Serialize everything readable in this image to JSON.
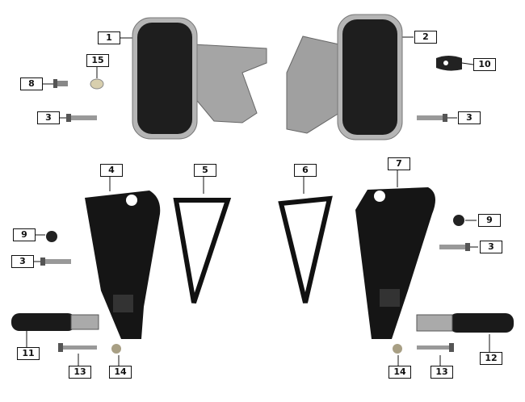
{
  "diagram": {
    "title": "Footrest assembly exploded view",
    "callouts": [
      {
        "id": "c1",
        "number": "1"
      },
      {
        "id": "c2",
        "number": "2"
      },
      {
        "id": "c15",
        "number": "15"
      },
      {
        "id": "c10",
        "number": "10"
      },
      {
        "id": "c8",
        "number": "8"
      },
      {
        "id": "c3a",
        "number": "3"
      },
      {
        "id": "c3b",
        "number": "3"
      },
      {
        "id": "c4",
        "number": "4"
      },
      {
        "id": "c5",
        "number": "5"
      },
      {
        "id": "c6",
        "number": "6"
      },
      {
        "id": "c7",
        "number": "7"
      },
      {
        "id": "c9a",
        "number": "9"
      },
      {
        "id": "c9b",
        "number": "9"
      },
      {
        "id": "c3c",
        "number": "3"
      },
      {
        "id": "c3d",
        "number": "3"
      },
      {
        "id": "c11",
        "number": "11"
      },
      {
        "id": "c13a",
        "number": "13"
      },
      {
        "id": "c14a",
        "number": "14"
      },
      {
        "id": "c14b",
        "number": "14"
      },
      {
        "id": "c13b",
        "number": "13"
      },
      {
        "id": "c12",
        "number": "12"
      }
    ],
    "colors": {
      "rubber": "#1c1c1c",
      "metal": "#9a9a9a",
      "frame": "#0d0d0d"
    }
  }
}
